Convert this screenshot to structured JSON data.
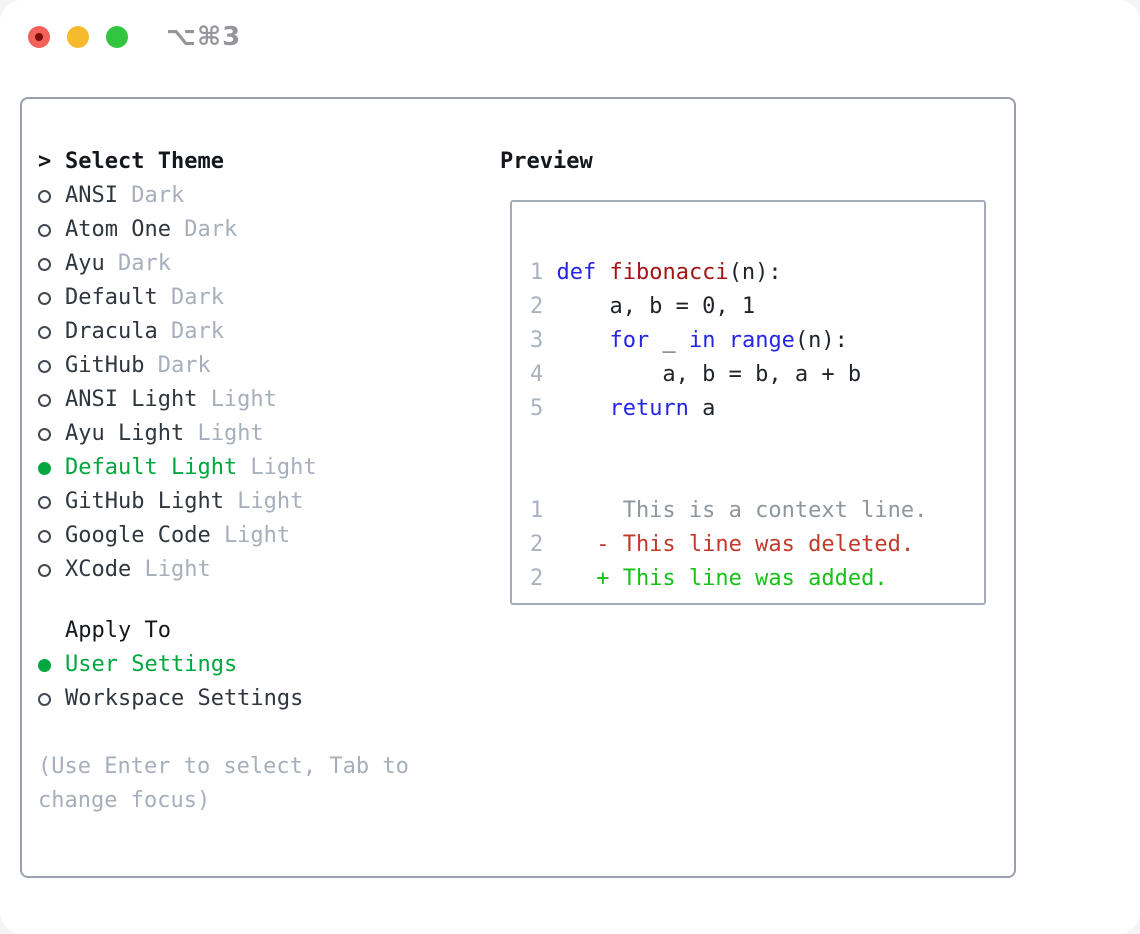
{
  "titlebar": {
    "shortcut": "⌥⌘3",
    "traffic_lights": [
      "close",
      "minimize",
      "zoom"
    ]
  },
  "theme_picker": {
    "title_marker": ">",
    "title": "Select Theme",
    "items": [
      {
        "label": "ANSI",
        "variant": "Dark",
        "selected": false
      },
      {
        "label": "Atom One",
        "variant": "Dark",
        "selected": false
      },
      {
        "label": "Ayu",
        "variant": "Dark",
        "selected": false
      },
      {
        "label": "Default",
        "variant": "Dark",
        "selected": false
      },
      {
        "label": "Dracula",
        "variant": "Dark",
        "selected": false
      },
      {
        "label": "GitHub",
        "variant": "Dark",
        "selected": false
      },
      {
        "label": "ANSI Light",
        "variant": "Light",
        "selected": false
      },
      {
        "label": "Ayu Light",
        "variant": "Light",
        "selected": false
      },
      {
        "label": "Default Light",
        "variant": "Light",
        "selected": true
      },
      {
        "label": "GitHub Light",
        "variant": "Light",
        "selected": false
      },
      {
        "label": "Google Code",
        "variant": "Light",
        "selected": false
      },
      {
        "label": "XCode",
        "variant": "Light",
        "selected": false
      }
    ]
  },
  "apply_to": {
    "title": "Apply To",
    "options": [
      {
        "label": "User Settings",
        "selected": true
      },
      {
        "label": "Workspace Settings",
        "selected": false
      }
    ]
  },
  "help_text": "(Use Enter to select, Tab to change focus)",
  "preview": {
    "title": "Preview",
    "lines": [
      {
        "num": "1",
        "tokens": [
          {
            "t": "def",
            "c": "kw"
          },
          {
            "t": " ",
            "c": "pl"
          },
          {
            "t": "fibonacci",
            "c": "fn"
          },
          {
            "t": "(n):",
            "c": "pl"
          }
        ]
      },
      {
        "num": "2",
        "tokens": [
          {
            "t": "    a, b = 0, 1",
            "c": "pl"
          }
        ]
      },
      {
        "num": "3",
        "tokens": [
          {
            "t": "    ",
            "c": "pl"
          },
          {
            "t": "for",
            "c": "kw"
          },
          {
            "t": " _ ",
            "c": "pl"
          },
          {
            "t": "in",
            "c": "kw"
          },
          {
            "t": " ",
            "c": "pl"
          },
          {
            "t": "range",
            "c": "kw"
          },
          {
            "t": "(n):",
            "c": "pl"
          }
        ]
      },
      {
        "num": "4",
        "tokens": [
          {
            "t": "        a, b = b, a + b",
            "c": "pl"
          }
        ]
      },
      {
        "num": "5",
        "tokens": [
          {
            "t": "    ",
            "c": "pl"
          },
          {
            "t": "return",
            "c": "kw"
          },
          {
            "t": " a",
            "c": "pl"
          }
        ]
      },
      {
        "num": "",
        "tokens": []
      },
      {
        "num": "",
        "tokens": []
      },
      {
        "num": "1",
        "tokens": [
          {
            "t": "     This is a context line.",
            "c": "ctx"
          }
        ]
      },
      {
        "num": "2",
        "tokens": [
          {
            "t": "   - This line was deleted.",
            "c": "del"
          }
        ]
      },
      {
        "num": "2",
        "tokens": [
          {
            "t": "   + This line was added.",
            "c": "add"
          }
        ]
      }
    ]
  },
  "colors": {
    "accent_green": "#00a73e",
    "keyword_blue": "#2525e6",
    "function_red": "#a31515",
    "diff_deleted_red": "#c13a2a",
    "diff_added_green": "#17c117",
    "muted_gray": "#a6afbb",
    "line_number_gray": "#a9b2bd",
    "panel_border": "#99a1ad",
    "traffic_red": "#f4605a",
    "traffic_yellow": "#f7b92e",
    "traffic_green": "#33c440"
  }
}
